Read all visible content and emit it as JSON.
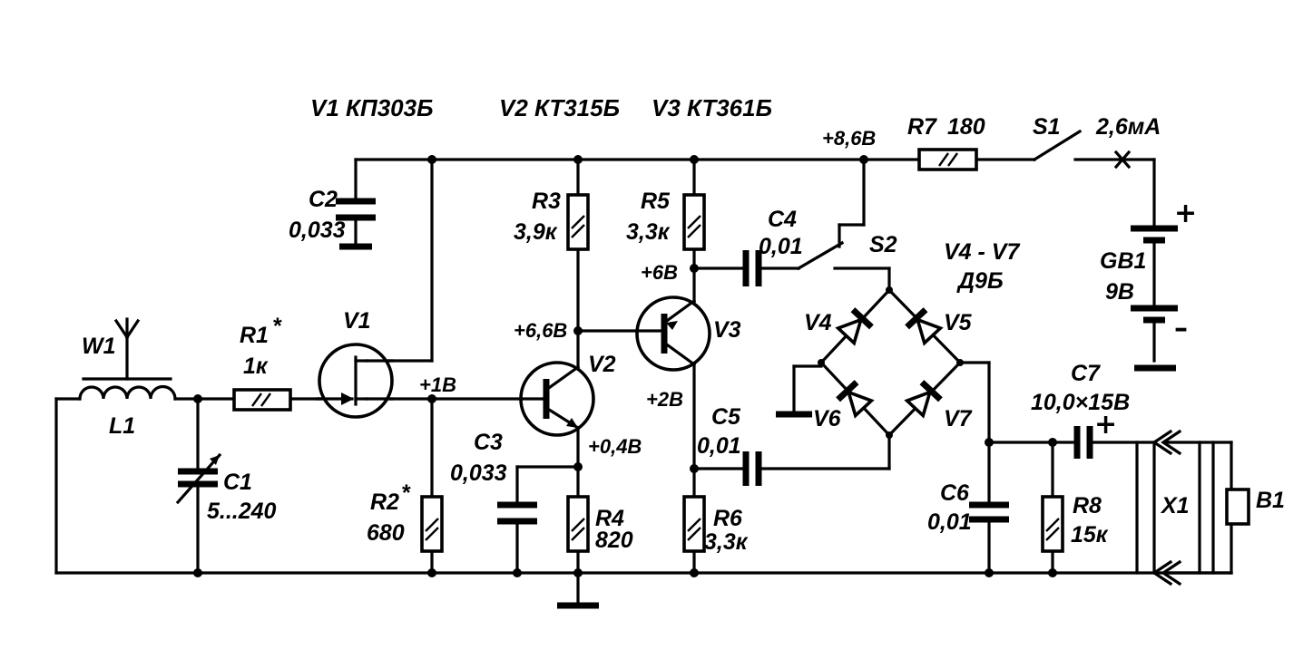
{
  "transistors": {
    "v1_header": "V1 КП303Б",
    "v2_header": "V2 КТ315Б",
    "v3_header": "V3 КТ361Б"
  },
  "labels": {
    "w1": "W1",
    "l1": "L1",
    "c1_name": "C1",
    "c1_value": "5...240",
    "r1_name": "R1",
    "r1_star": "*",
    "r1_value": "1к",
    "v1": "V1",
    "c2_name": "C2",
    "c2_value": "0,033",
    "r2_name": "R2",
    "r2_star": "*",
    "r2_value": "680",
    "v2": "V2",
    "r3_name": "R3",
    "r3_value": "3,9к",
    "c3_name": "C3",
    "c3_value": "0,033",
    "r4_name": "R4",
    "r4_value": "820",
    "v3": "V3",
    "r5_name": "R5",
    "r5_value": "3,3к",
    "c4_name": "C4",
    "c4_value": "0,01",
    "c5_name": "C5",
    "c5_value": "0,01",
    "r6_name": "R6",
    "r6_value": "3,3к",
    "r7_name": "R7",
    "r7_value": "180",
    "s1": "S1",
    "s2": "S2",
    "current": "2,6мА",
    "gb1": "GB1",
    "gb1_value": "9В",
    "diodes_group": "V4 - V7",
    "diodes_type": "Д9Б",
    "v4": "V4",
    "v5": "V5",
    "v6": "V6",
    "v7": "V7",
    "c6_name": "C6",
    "c6_value": "0,01",
    "c7_name": "C7",
    "c7_value": "10,0×15В",
    "r8_name": "R8",
    "r8_value": "15к",
    "x1": "X1",
    "b1": "B1",
    "plus": "+",
    "minus": "–"
  },
  "voltages": {
    "supply": "+8,6В",
    "v1_source": "+1В",
    "v2_collector": "+6,6В",
    "v2_emitter": "+0,4В",
    "v3_emitter": "+6В",
    "v3_collector": "+2В"
  }
}
